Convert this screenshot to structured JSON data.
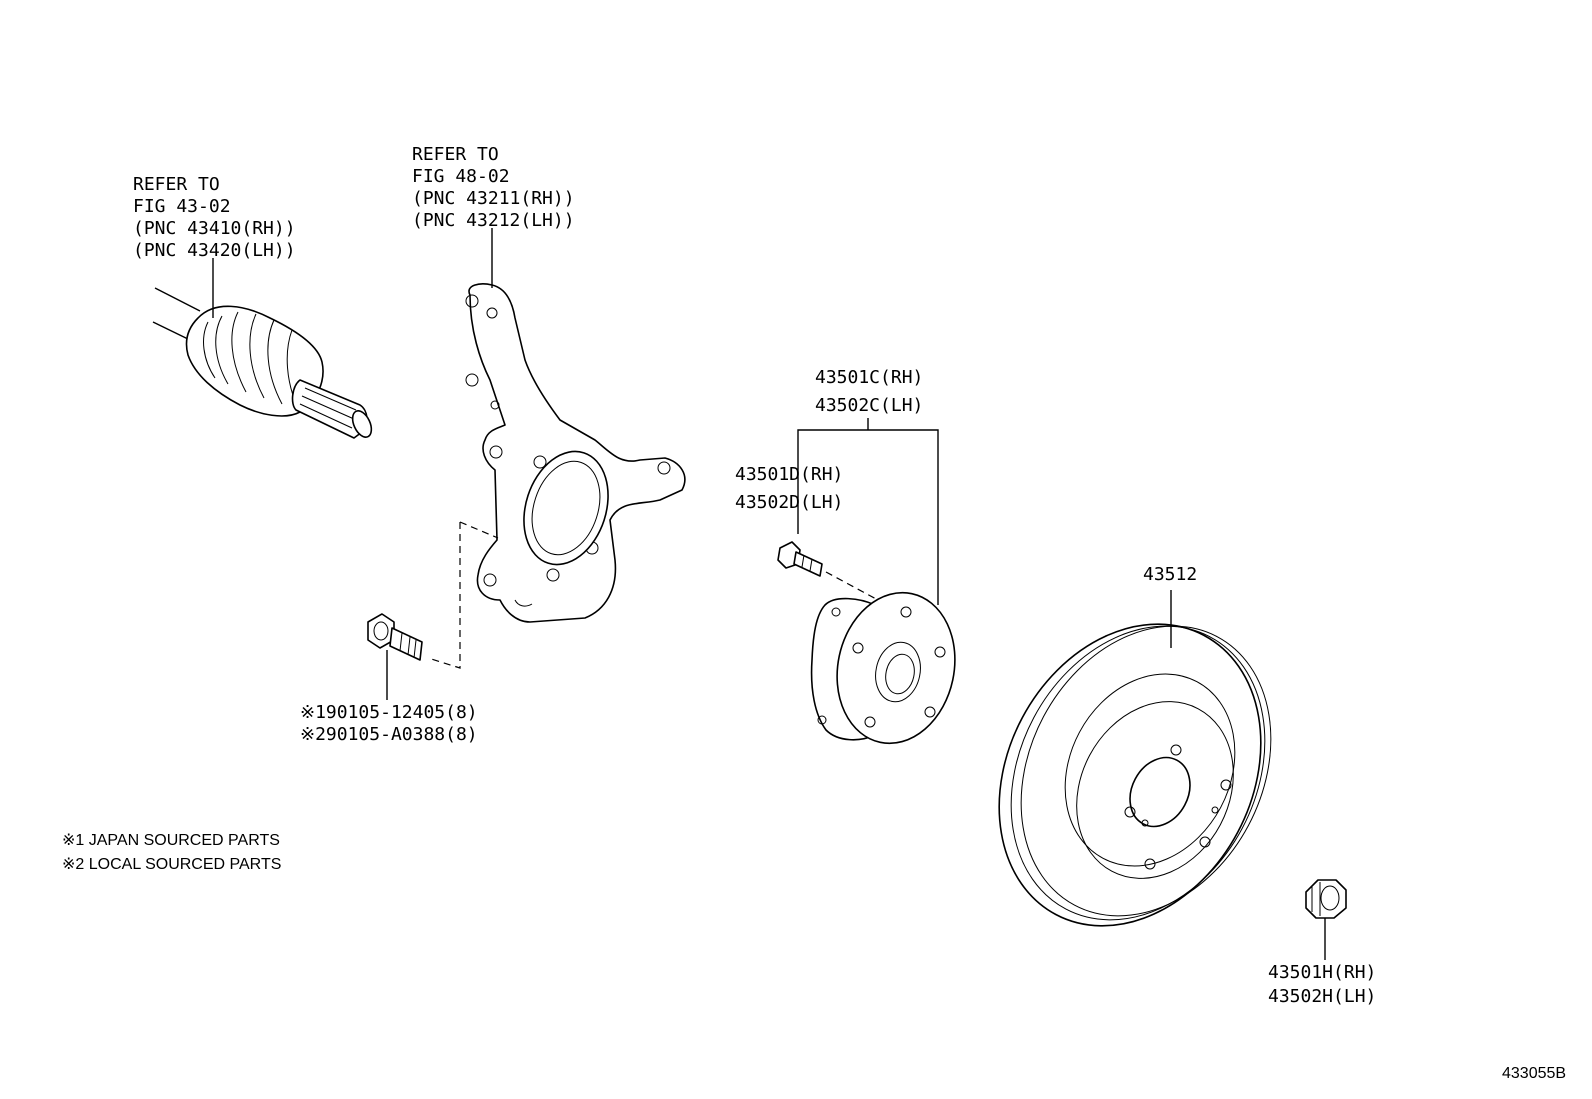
{
  "labels": {
    "driveshaft_ref": [
      "REFER TO",
      "FIG 43-02",
      "(PNC 43410(RH))",
      "(PNC 43420(LH))"
    ],
    "knuckle_ref": [
      "REFER TO",
      "FIG 48-02",
      "(PNC 43211(RH))",
      "(PNC 43212(LH))"
    ],
    "hub_assembly": [
      "43501C(RH)",
      "43502C(LH)"
    ],
    "hub_bolt": [
      "43501D(RH)",
      "43502D(LH)"
    ],
    "disc": "43512",
    "hub_nut": [
      "43501H(RH)",
      "43502H(LH)"
    ],
    "knuckle_bolt": [
      "※190105-12405(8)",
      "※290105-A0388(8)"
    ],
    "notes": [
      "※1 JAPAN SOURCED PARTS",
      "※2 LOCAL SOURCED PARTS"
    ],
    "figure_code": "433055B"
  },
  "parts": [
    {
      "name": "drive-shaft",
      "icon": "driveshaft-icon"
    },
    {
      "name": "steering-knuckle",
      "icon": "knuckle-icon"
    },
    {
      "name": "knuckle-bolt",
      "icon": "bolt-icon"
    },
    {
      "name": "hub-bolt",
      "icon": "stud-icon"
    },
    {
      "name": "axle-hub-assembly",
      "icon": "hub-icon"
    },
    {
      "name": "brake-disc",
      "icon": "disc-icon"
    },
    {
      "name": "hub-nut",
      "icon": "nut-icon"
    }
  ]
}
